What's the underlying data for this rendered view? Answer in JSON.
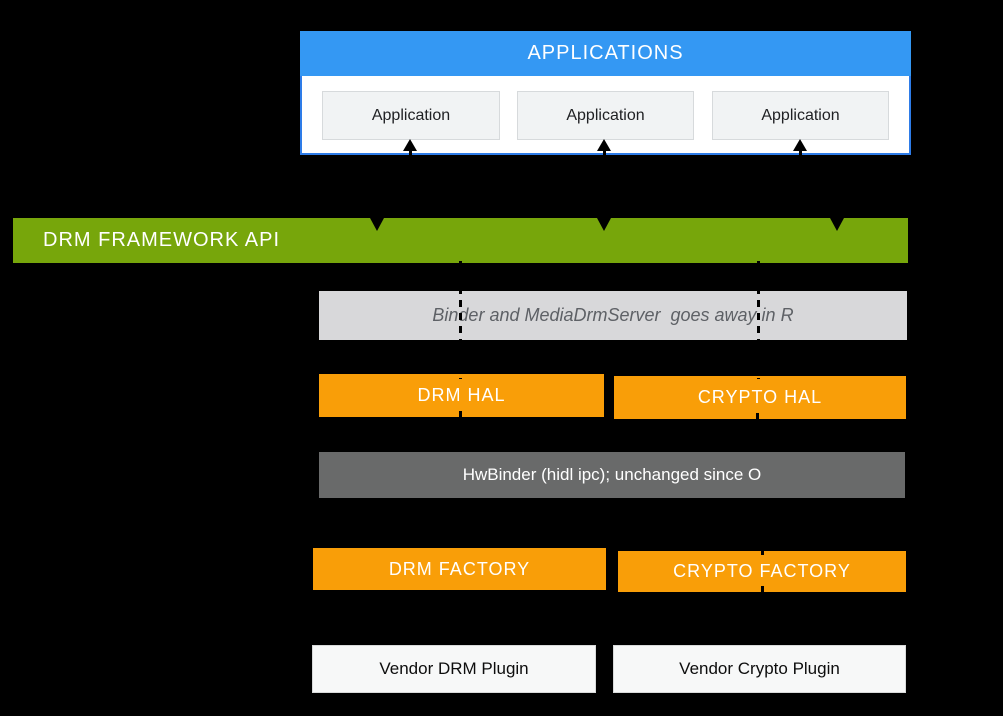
{
  "colors": {
    "background": "#000000",
    "blue": "#3498F3",
    "panel_border": "#2E7CE8",
    "green": "#77A60B",
    "orange": "#F99E08",
    "light_gray": "#D8D8DA",
    "dark_gray": "#696A6A",
    "box_white": "#F7F8F8"
  },
  "applications": {
    "title": "APPLICATIONS",
    "items": [
      {
        "label": "Application"
      },
      {
        "label": "Application"
      },
      {
        "label": "Application"
      }
    ]
  },
  "framework": {
    "label": "DRM FRAMEWORK API"
  },
  "binder_note": {
    "label": "Binder and MediaDrmServer  goes away in R"
  },
  "hal": {
    "drm": "DRM HAL",
    "crypto": "CRYPTO HAL"
  },
  "hwbinder": {
    "label": "HwBinder (hidl ipc); unchanged since O"
  },
  "factory": {
    "drm": "DRM FACTORY",
    "crypto": "CRYPTO FACTORY"
  },
  "vendor": {
    "drm": "Vendor DRM Plugin",
    "crypto": "Vendor Crypto Plugin"
  }
}
